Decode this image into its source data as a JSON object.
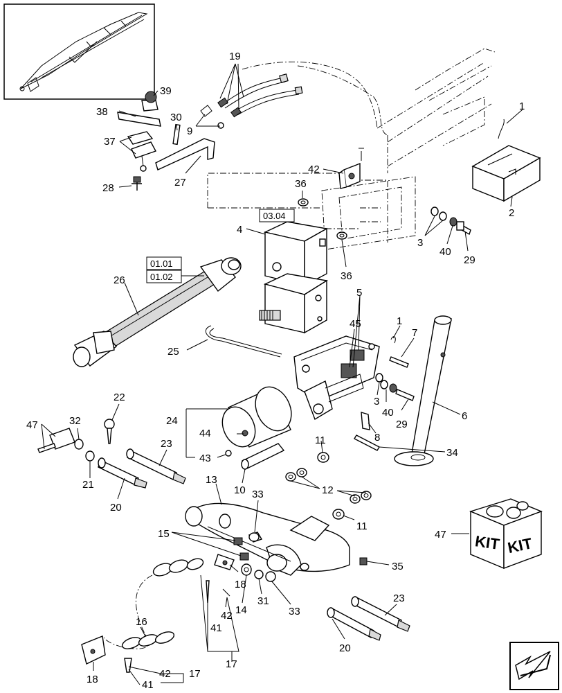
{
  "callouts": {
    "c1a": "1",
    "c1b": "1",
    "c2": "2",
    "c3a": "3",
    "c3b": "3",
    "c4": "4",
    "c5": "5",
    "c6": "6",
    "c7": "7",
    "c8": "8",
    "c9": "9",
    "c10": "10",
    "c11a": "11",
    "c11b": "11",
    "c12": "12",
    "c13": "13",
    "c14": "14",
    "c15": "15",
    "c16": "16",
    "c17a": "17",
    "c17b": "17",
    "c18a": "18",
    "c18b": "18",
    "c19": "19",
    "c20a": "20",
    "c20b": "20",
    "c21": "21",
    "c22": "22",
    "c23a": "23",
    "c23b": "23",
    "c24": "24",
    "c25": "25",
    "c26": "26",
    "c27": "27",
    "c28": "28",
    "c29a": "29",
    "c29b": "29",
    "c30": "30",
    "c31": "31",
    "c32": "32",
    "c33a": "33",
    "c33b": "33",
    "c34": "34",
    "c35": "35",
    "c36a": "36",
    "c36b": "36",
    "c37": "37",
    "c38": "38",
    "c39": "39",
    "c40a": "40",
    "c40b": "40",
    "c41a": "41",
    "c41b": "41",
    "c42a": "42",
    "c42b": "42",
    "c42c": "42",
    "c43": "43",
    "c44": "44",
    "c45": "45",
    "c47a": "47",
    "c47b": "47"
  },
  "refs": {
    "r0304": "03.04",
    "r0101": "01.01",
    "r0102": "01.02"
  },
  "kit": {
    "left": "KIT",
    "right": "KIT"
  }
}
